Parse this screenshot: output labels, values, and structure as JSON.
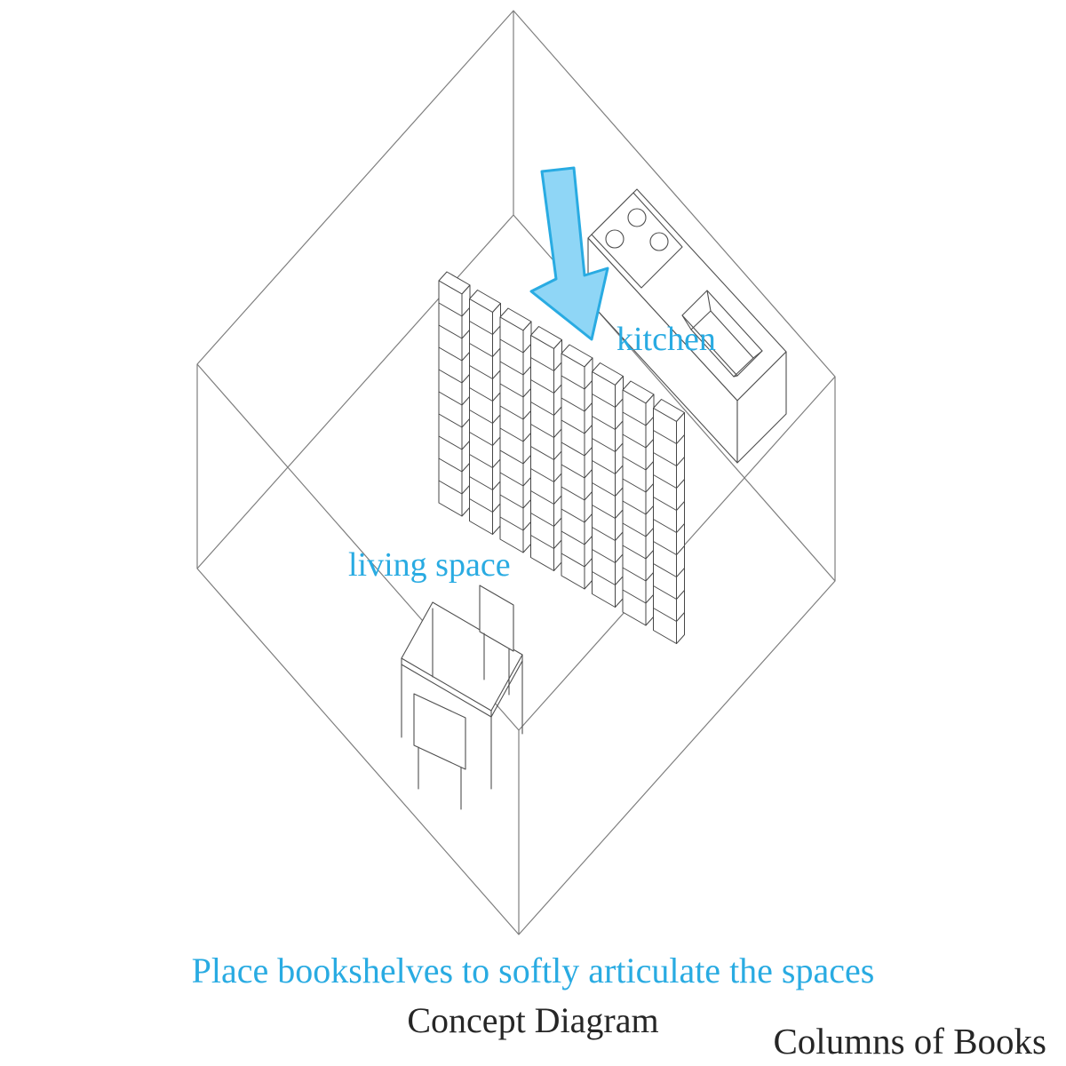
{
  "labels": {
    "kitchen": "kitchen",
    "living_space": "living space",
    "caption": "Place bookshelves to softly articulate the spaces",
    "title": "Concept Diagram",
    "credit": "Columns of Books"
  },
  "colors": {
    "accent": "#29abe2",
    "arrow_fill": "#8fd6f6",
    "furniture_line": "#4f4f4f",
    "room_line": "#7e7e7e"
  },
  "shelves": {
    "columns": 8,
    "cells_per_column": 10
  },
  "kitchen_counter": {
    "burners": 3,
    "has_sink": true
  }
}
